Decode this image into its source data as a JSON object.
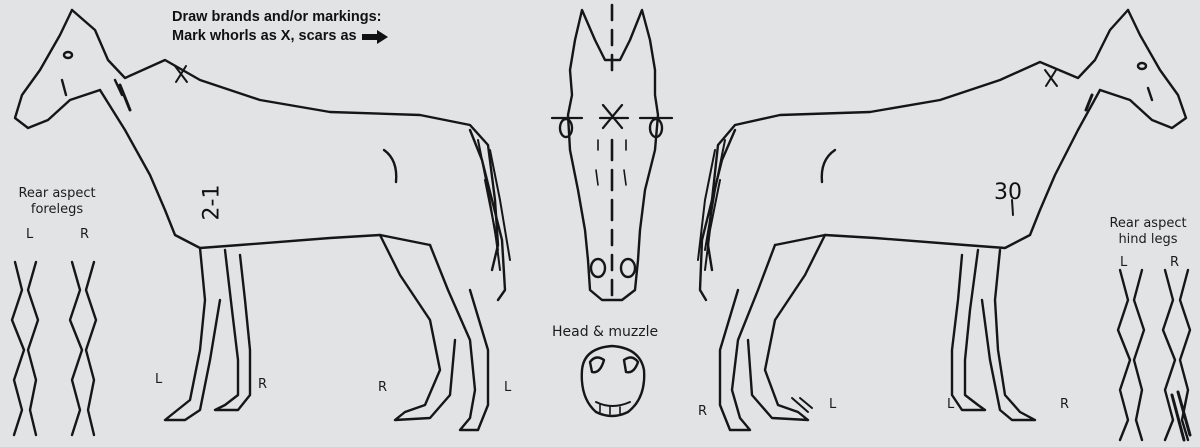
{
  "instructions": {
    "line1": "Draw brands and/or markings:",
    "line2": "Mark whorls as X, scars as"
  },
  "icons": {
    "scar_symbol": "arrow-right-icon"
  },
  "labels": {
    "rear_forelegs_line1": "Rear aspect",
    "rear_forelegs_line2": "forelegs",
    "rear_hindlegs_line1": "Rear aspect",
    "rear_hindlegs_line2": "hind legs",
    "head_muzzle": "Head & muzzle",
    "left": "L",
    "right": "R"
  },
  "annotations": {
    "left_shoulder_mark": "2-1",
    "right_shoulder_mark": "30"
  },
  "colors": {
    "paper": "#e2e3e5",
    "ink": "#111111"
  }
}
